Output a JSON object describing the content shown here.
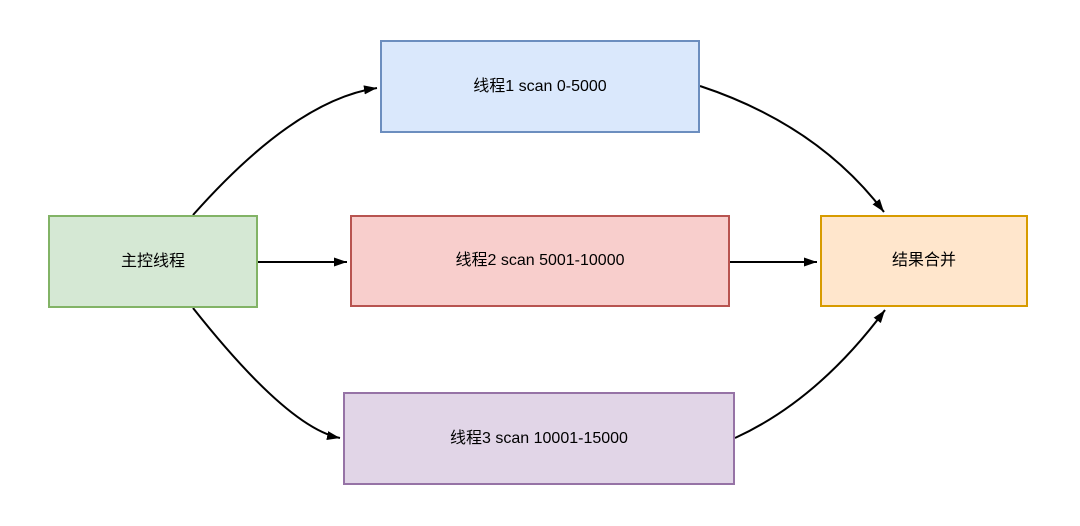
{
  "diagram": {
    "background": "#ffffff",
    "text_color": "#000000",
    "arrow_color": "#000000",
    "nodes": {
      "main": {
        "label": "主控线程",
        "fill": "#d5e8d4",
        "stroke": "#82b366"
      },
      "thread1": {
        "label": "线程1 scan 0-5000",
        "fill": "#dae8fc",
        "stroke": "#6c8ebf"
      },
      "thread2": {
        "label": "线程2 scan 5001-10000",
        "fill": "#f8cecc",
        "stroke": "#b85450"
      },
      "thread3": {
        "label": "线程3 scan 10001-15000",
        "fill": "#e1d5e7",
        "stroke": "#9673a6"
      },
      "result": {
        "label": "结果合并",
        "fill": "#ffe6cc",
        "stroke": "#d79b00"
      }
    },
    "edges": [
      {
        "from": "main",
        "to": "thread1",
        "shape": "curved",
        "from_side": "top",
        "to_side": "left"
      },
      {
        "from": "main",
        "to": "thread2",
        "shape": "straight",
        "from_side": "right",
        "to_side": "left"
      },
      {
        "from": "main",
        "to": "thread3",
        "shape": "curved",
        "from_side": "bottom",
        "to_side": "left"
      },
      {
        "from": "thread1",
        "to": "result",
        "shape": "curved",
        "from_side": "right",
        "to_side": "top"
      },
      {
        "from": "thread2",
        "to": "result",
        "shape": "straight",
        "from_side": "right",
        "to_side": "left"
      },
      {
        "from": "thread3",
        "to": "result",
        "shape": "curved",
        "from_side": "right",
        "to_side": "bottom"
      }
    ]
  }
}
